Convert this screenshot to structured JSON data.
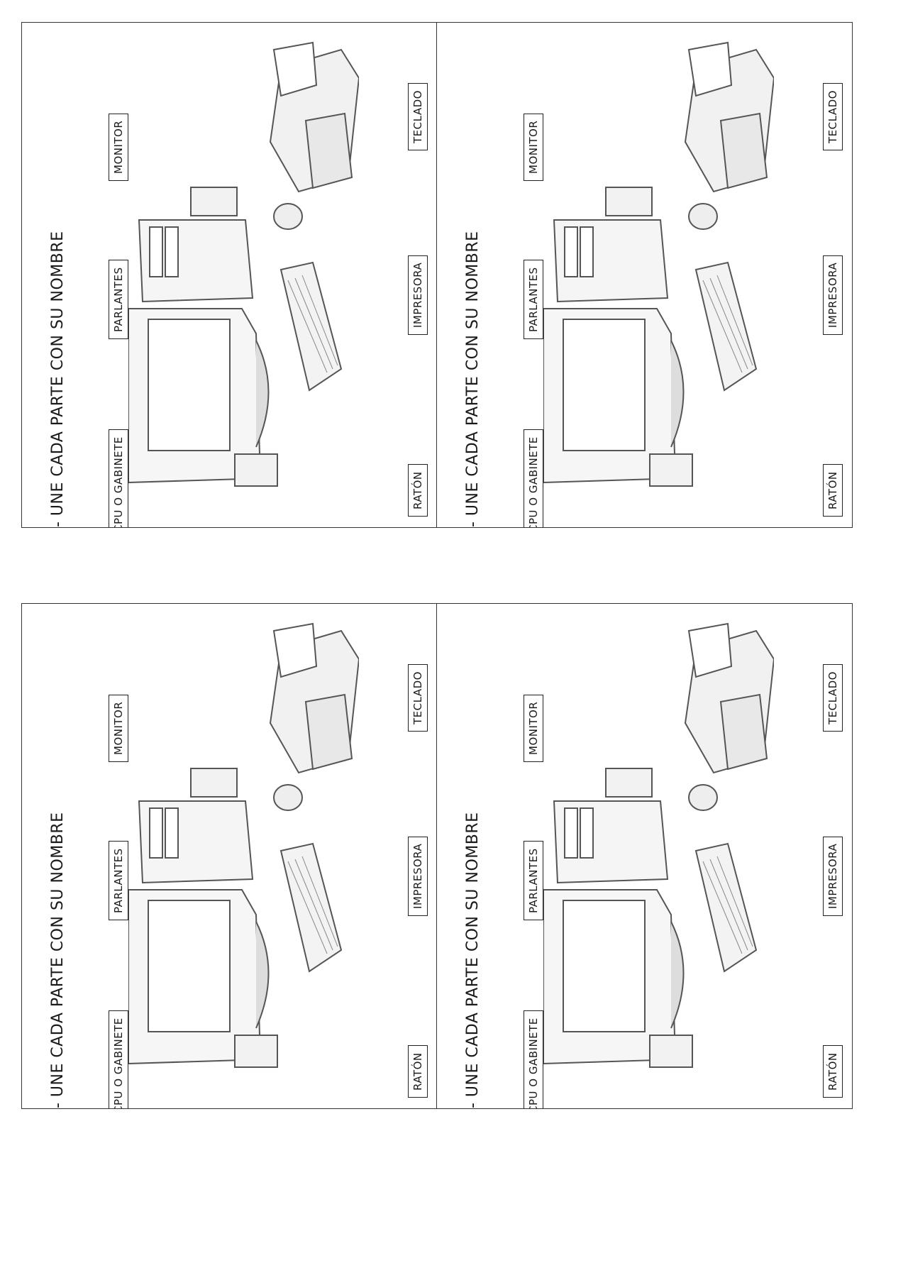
{
  "worksheet": {
    "instruction": "- UNE CADA PARTE CON SU NOMBRE",
    "labels": {
      "cpu": "CPU O GABINETE",
      "speakers": "PARLANTES",
      "monitor": "MONITOR",
      "mouse": "RATÓN",
      "printer": "IMPRESORA",
      "keyboard": "TECLADO"
    },
    "illustration": "computer-setup-illustration"
  }
}
